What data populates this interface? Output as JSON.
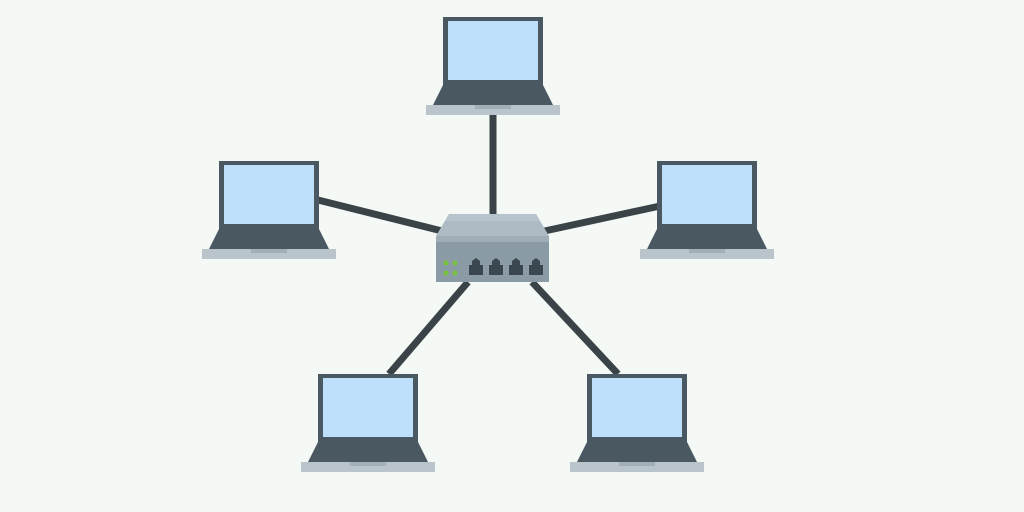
{
  "diagram": {
    "type": "star-network-topology",
    "hub": {
      "kind": "network-switch",
      "port_count": 4,
      "indicator_led_count": 4,
      "led_color": "#7ac143"
    },
    "nodes": [
      {
        "kind": "laptop",
        "position": "top"
      },
      {
        "kind": "laptop",
        "position": "upper-left"
      },
      {
        "kind": "laptop",
        "position": "upper-right"
      },
      {
        "kind": "laptop",
        "position": "lower-left"
      },
      {
        "kind": "laptop",
        "position": "lower-right"
      }
    ],
    "colors": {
      "background": "#f4f9f5",
      "cable": "#3a4347",
      "screen": "#bfe0fa",
      "frame": "#4a5861",
      "keyboard": "#4a5861",
      "laptop_base": "#b9c4cb",
      "switch_body": "#9eadb7",
      "switch_top": "#aebbc4",
      "switch_front": "#8b9ba6",
      "port": "#3a4650"
    }
  }
}
